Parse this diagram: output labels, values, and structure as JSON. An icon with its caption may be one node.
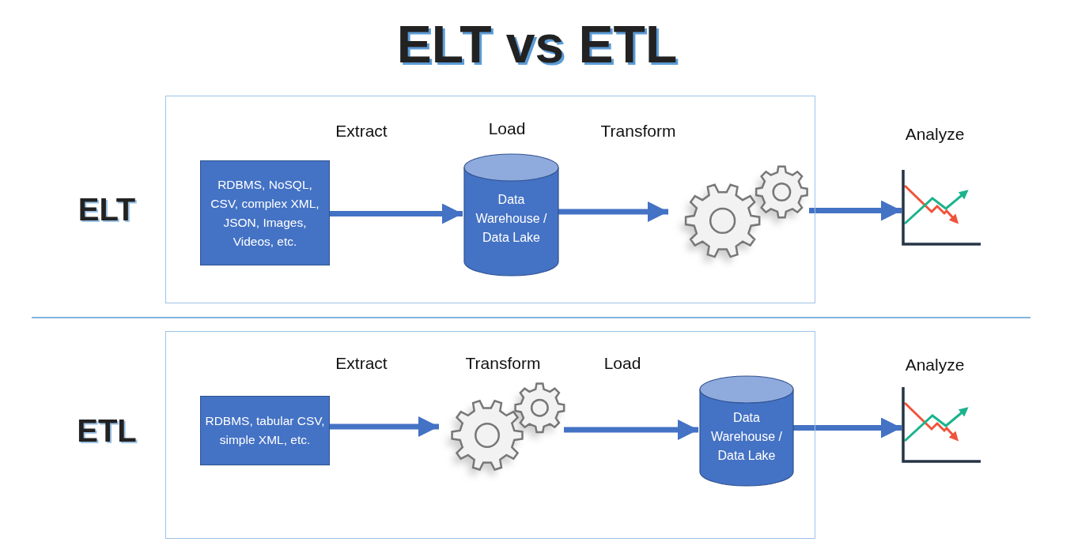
{
  "diagram": {
    "title": "ELT vs ETL",
    "nodes": [
      {
        "text": [],
        "shape": "box"
      },
      {
        "text": [
          "RDBMS, NoSQL, CSV, complex XML, JSON, Images, Videos, etc."
        ],
        "in": 0
      },
      {
        "text": [
          "Data Warehouse / Data Lake"
        ],
        "beside": [
          "Load"
        ],
        "in": 0
      },
      {
        "text": [],
        "shape": "picture",
        "in": 0
      },
      {
        "text": [],
        "shape": "picture",
        "beside": [
          "Analyze"
        ]
      },
      {
        "text": [],
        "shape": "box"
      },
      {
        "text": [
          "RDBMS, tabular CSV, simple XML, etc."
        ],
        "in": 5
      },
      {
        "text": [],
        "shape": "picture",
        "beside": [
          "Transform"
        ],
        "in": 5
      },
      {
        "text": [
          "Data Warehouse / Data Lake"
        ],
        "in": 5
      },
      {
        "text": [],
        "shape": "picture",
        "beside": [
          "Analyze"
        ]
      }
    ],
    "edges": [
      {
        "from": 1,
        "to": 2,
        "arrow": "to",
        "label": "Extract"
      },
      {
        "from": 2,
        "to": 3,
        "arrow": "to",
        "label": "Transform"
      },
      {
        "from": 3,
        "to": 4,
        "arrow": "to"
      },
      {
        "from": 6,
        "to": 7,
        "arrow": "to",
        "label": "Extract"
      },
      {
        "from": 7,
        "to": 8,
        "arrow": "to",
        "label": "Load"
      },
      {
        "from": 8,
        "to": 9,
        "arrow": "to"
      }
    ],
    "labels": [
      "ELT",
      "ETL"
    ]
  }
}
